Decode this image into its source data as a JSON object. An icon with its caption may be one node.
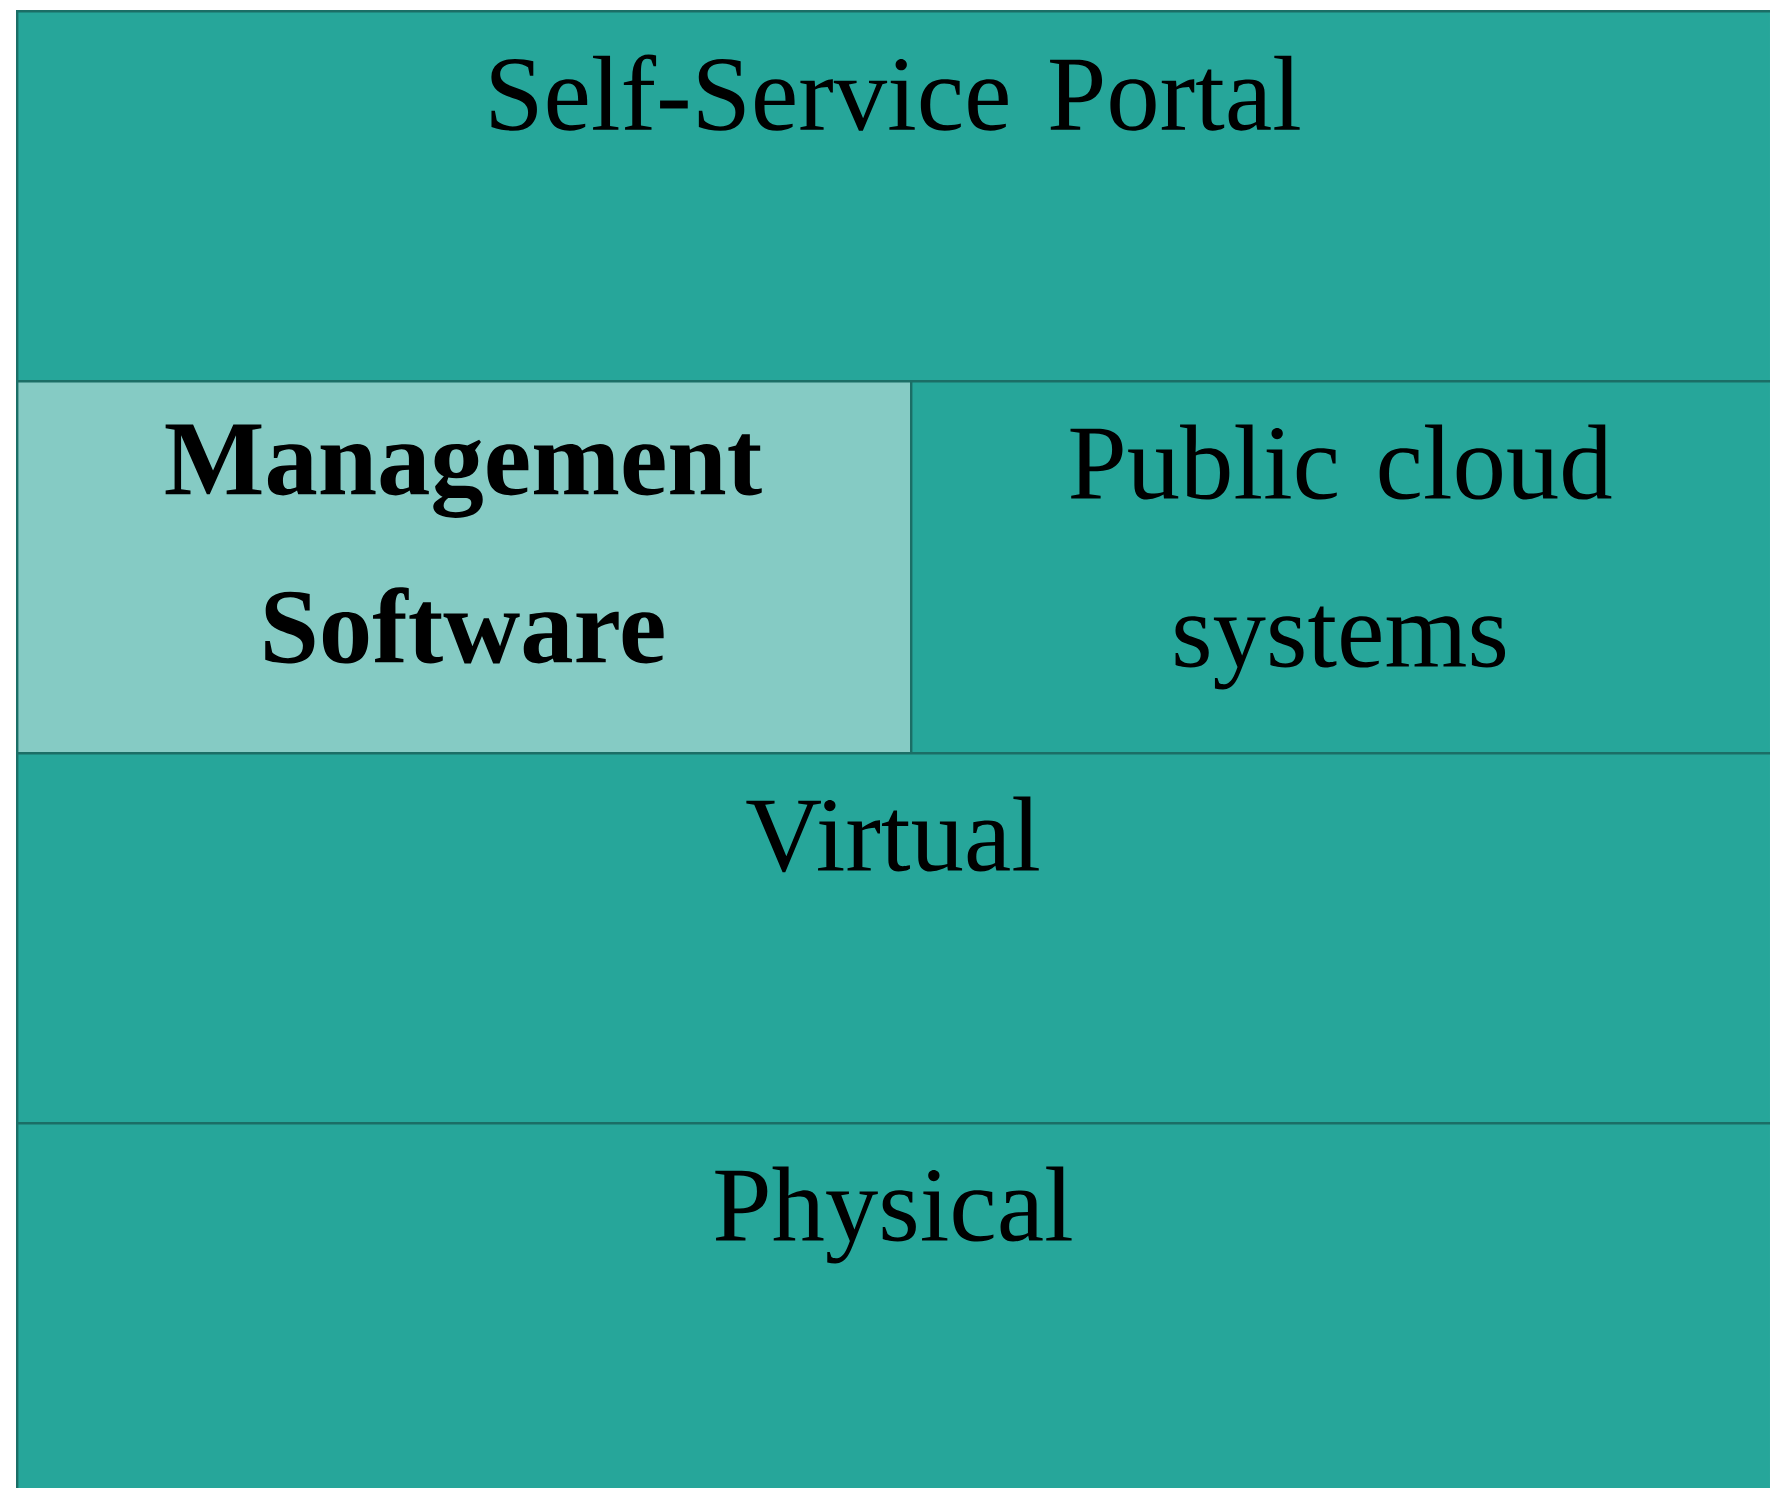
{
  "diagram": {
    "nodes": [
      {
        "text": [
          "Self-Service Portal"
        ]
      },
      {
        "text": [
          "Management Software"
        ]
      },
      {
        "text": [
          "Public cloud systems"
        ]
      },
      {
        "text": [
          "Virtual"
        ]
      },
      {
        "text": [
          "Physical"
        ]
      }
    ]
  }
}
